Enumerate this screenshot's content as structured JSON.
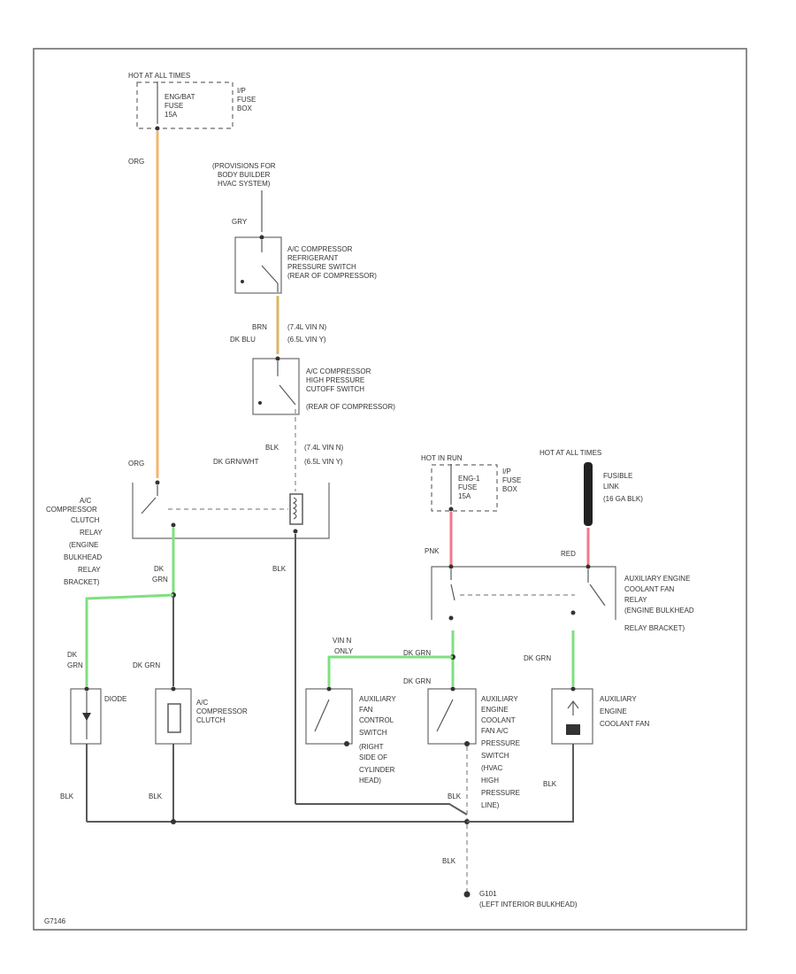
{
  "labels": {
    "hot_all_times_1": "HOT AT ALL TIMES",
    "fuse_engine": [
      "ENG/BAT",
      "FUSE",
      "15A"
    ],
    "ip_fuse_box_1": [
      "I/P",
      "FUSE",
      "BOX"
    ],
    "wire_org_top": "ORG",
    "provisions": [
      "(PROVISIONS FOR",
      "BODY BUILDER",
      "HVAC SYSTEM)"
    ],
    "wire_gry": "GRY",
    "refrig_switch": [
      "A/C COMPRESSOR",
      "REFRIGERANT",
      "PRESSURE SWITCH",
      "(REAR OF COMPRESSOR)"
    ],
    "wire_brn": "BRN",
    "wire_dk_blu": "DK BLU",
    "engine_74_1": "(7.4L VIN N)",
    "engine_65_1": "(6.5L VIN Y)",
    "high_pressure_switch": [
      "A/C COMPRESSOR",
      "HIGH PRESSURE",
      "CUTOFF SWITCH",
      "(REAR OF COMPRESSOR)"
    ],
    "wire_blk_1": "BLK",
    "wire_dk_grn_wht": "DK GRN/WHT",
    "engine_74_2": "(7.4L VIN N)",
    "engine_65_2": "(6.5L VIN Y)",
    "wire_org_mid": "ORG",
    "clutch_relay": [
      "A/C",
      "COMPRESSOR",
      "CLUTCH",
      "RELAY",
      "(ENGINE",
      "BULKHEAD",
      "RELAY",
      "BRACKET)"
    ],
    "wire_dk_grn_1": "DK",
    "wire_dk_grn_1b": "GRN",
    "wire_blk_2": "BLK",
    "wire_dk_grn_2": "DK",
    "wire_dk_grn_2b": "GRN",
    "wire_dk_grn_3": "DK GRN",
    "diode": "DIODE",
    "compressor_clutch": [
      "A/C",
      "COMPRESSOR",
      "CLUTCH"
    ],
    "hot_in_run": "HOT IN RUN",
    "fuse_engine_2": [
      "ENG-1",
      "FUSE",
      "15A"
    ],
    "ip_fuse_box_2": [
      "I/P",
      "FUSE",
      "BOX"
    ],
    "hot_all_times_2": "HOT AT ALL TIMES",
    "fusible_link": [
      "FUSIBLE",
      "LINK",
      "(16 GA BLK)"
    ],
    "wire_pnk": "PNK",
    "wire_red": "RED",
    "aux_fan_relay": [
      "AUXILIARY ENGINE",
      "COOLANT FAN",
      "RELAY",
      "(ENGINE BULKHEAD",
      "RELAY BRACKET)"
    ],
    "vin_n_only": [
      "VIN N",
      "ONLY"
    ],
    "wire_dk_grn_4": "DK GRN",
    "wire_dk_grn_5": "DK GRN",
    "wire_dk_grn_6": "DK GRN",
    "aux_fan_control": [
      "AUXILIARY",
      "FAN",
      "CONTROL",
      "SWITCH",
      "(RIGHT",
      "SIDE OF",
      "CYLINDER",
      "HEAD)"
    ],
    "aux_fan_ac_switch": [
      "AUXILIARY",
      "ENGINE",
      "COOLANT",
      "FAN A/C",
      "PRESSURE",
      "SWITCH",
      "(HVAC",
      "HIGH",
      "PRESSURE",
      "LINE)"
    ],
    "aux_fan": [
      "AUXILIARY",
      "ENGINE",
      "COOLANT FAN"
    ],
    "wire_blk_3": "BLK",
    "wire_blk_4": "BLK",
    "wire_blk_5": "BLK",
    "wire_blk_6": "BLK",
    "wire_blk_7": "BLK",
    "ground": [
      "G101",
      "(LEFT INTERIOR BULKHEAD)"
    ],
    "figure_code": "G7146"
  },
  "colors": {
    "orange": "#f5b66c",
    "tan": "#d8b86a",
    "green": "#7fe07f",
    "pink": "#f07a8a",
    "black": "#222222",
    "line": "#5a5a5a"
  }
}
